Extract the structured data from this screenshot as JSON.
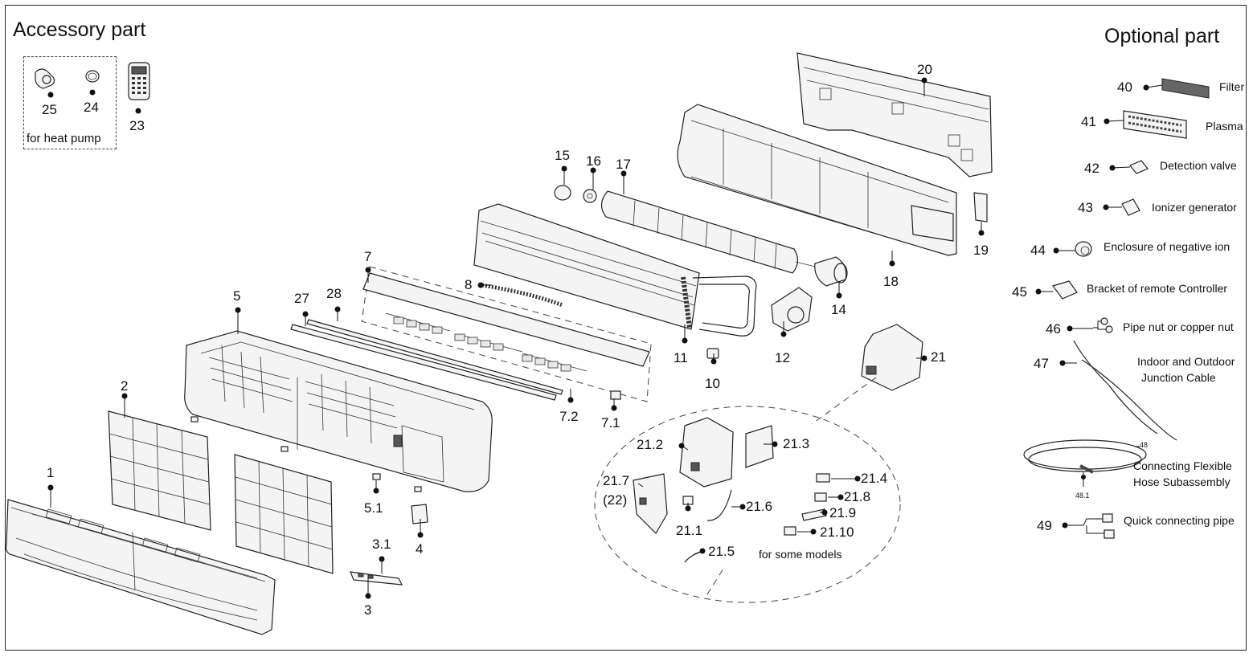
{
  "headings": {
    "accessory": "Accessory part",
    "optional": "Optional part"
  },
  "accessory_box_note": "for heat pump",
  "footnote_some_models": "for some models",
  "part_numbers": {
    "p1": "1",
    "p2": "2",
    "p3": "3",
    "p3_1": "3.1",
    "p4": "4",
    "p5": "5",
    "p5_1": "5.1",
    "p7": "7",
    "p7_1": "7.1",
    "p7_2": "7.2",
    "p8": "8",
    "p10": "10",
    "p11": "11",
    "p12": "12",
    "p14": "14",
    "p15": "15",
    "p16": "16",
    "p17": "17",
    "p18": "18",
    "p19": "19",
    "p20": "20",
    "p21": "21",
    "p21_1": "21.1",
    "p21_2": "21.2",
    "p21_3": "21.3",
    "p21_4": "21.4",
    "p21_5": "21.5",
    "p21_6": "21.6",
    "p21_7": "21.7",
    "p21_7b": "(22)",
    "p21_8": "21.8",
    "p21_9": "21.9",
    "p21_10": "21.10",
    "p23": "23",
    "p24": "24",
    "p25": "25",
    "p27": "27",
    "p28": "28"
  },
  "optional_parts": [
    {
      "num": "40",
      "label": "Filter"
    },
    {
      "num": "41",
      "label": "Plasma"
    },
    {
      "num": "42",
      "label": "Detection valve"
    },
    {
      "num": "43",
      "label": "Ionizer generator"
    },
    {
      "num": "44",
      "label": "Enclosure of negative ion"
    },
    {
      "num": "45",
      "label": "Bracket of remote Controller"
    },
    {
      "num": "46",
      "label": "Pipe nut or copper nut"
    },
    {
      "num": "47",
      "label1": "Indoor and Outdoor",
      "label2": "Junction Cable"
    },
    {
      "num": "49",
      "label": "Quick connecting pipe"
    }
  ],
  "hose": {
    "label1": "Connecting Flexible",
    "label2": "Hose Subassembly",
    "n48": "48",
    "n48_1": "48.1"
  }
}
